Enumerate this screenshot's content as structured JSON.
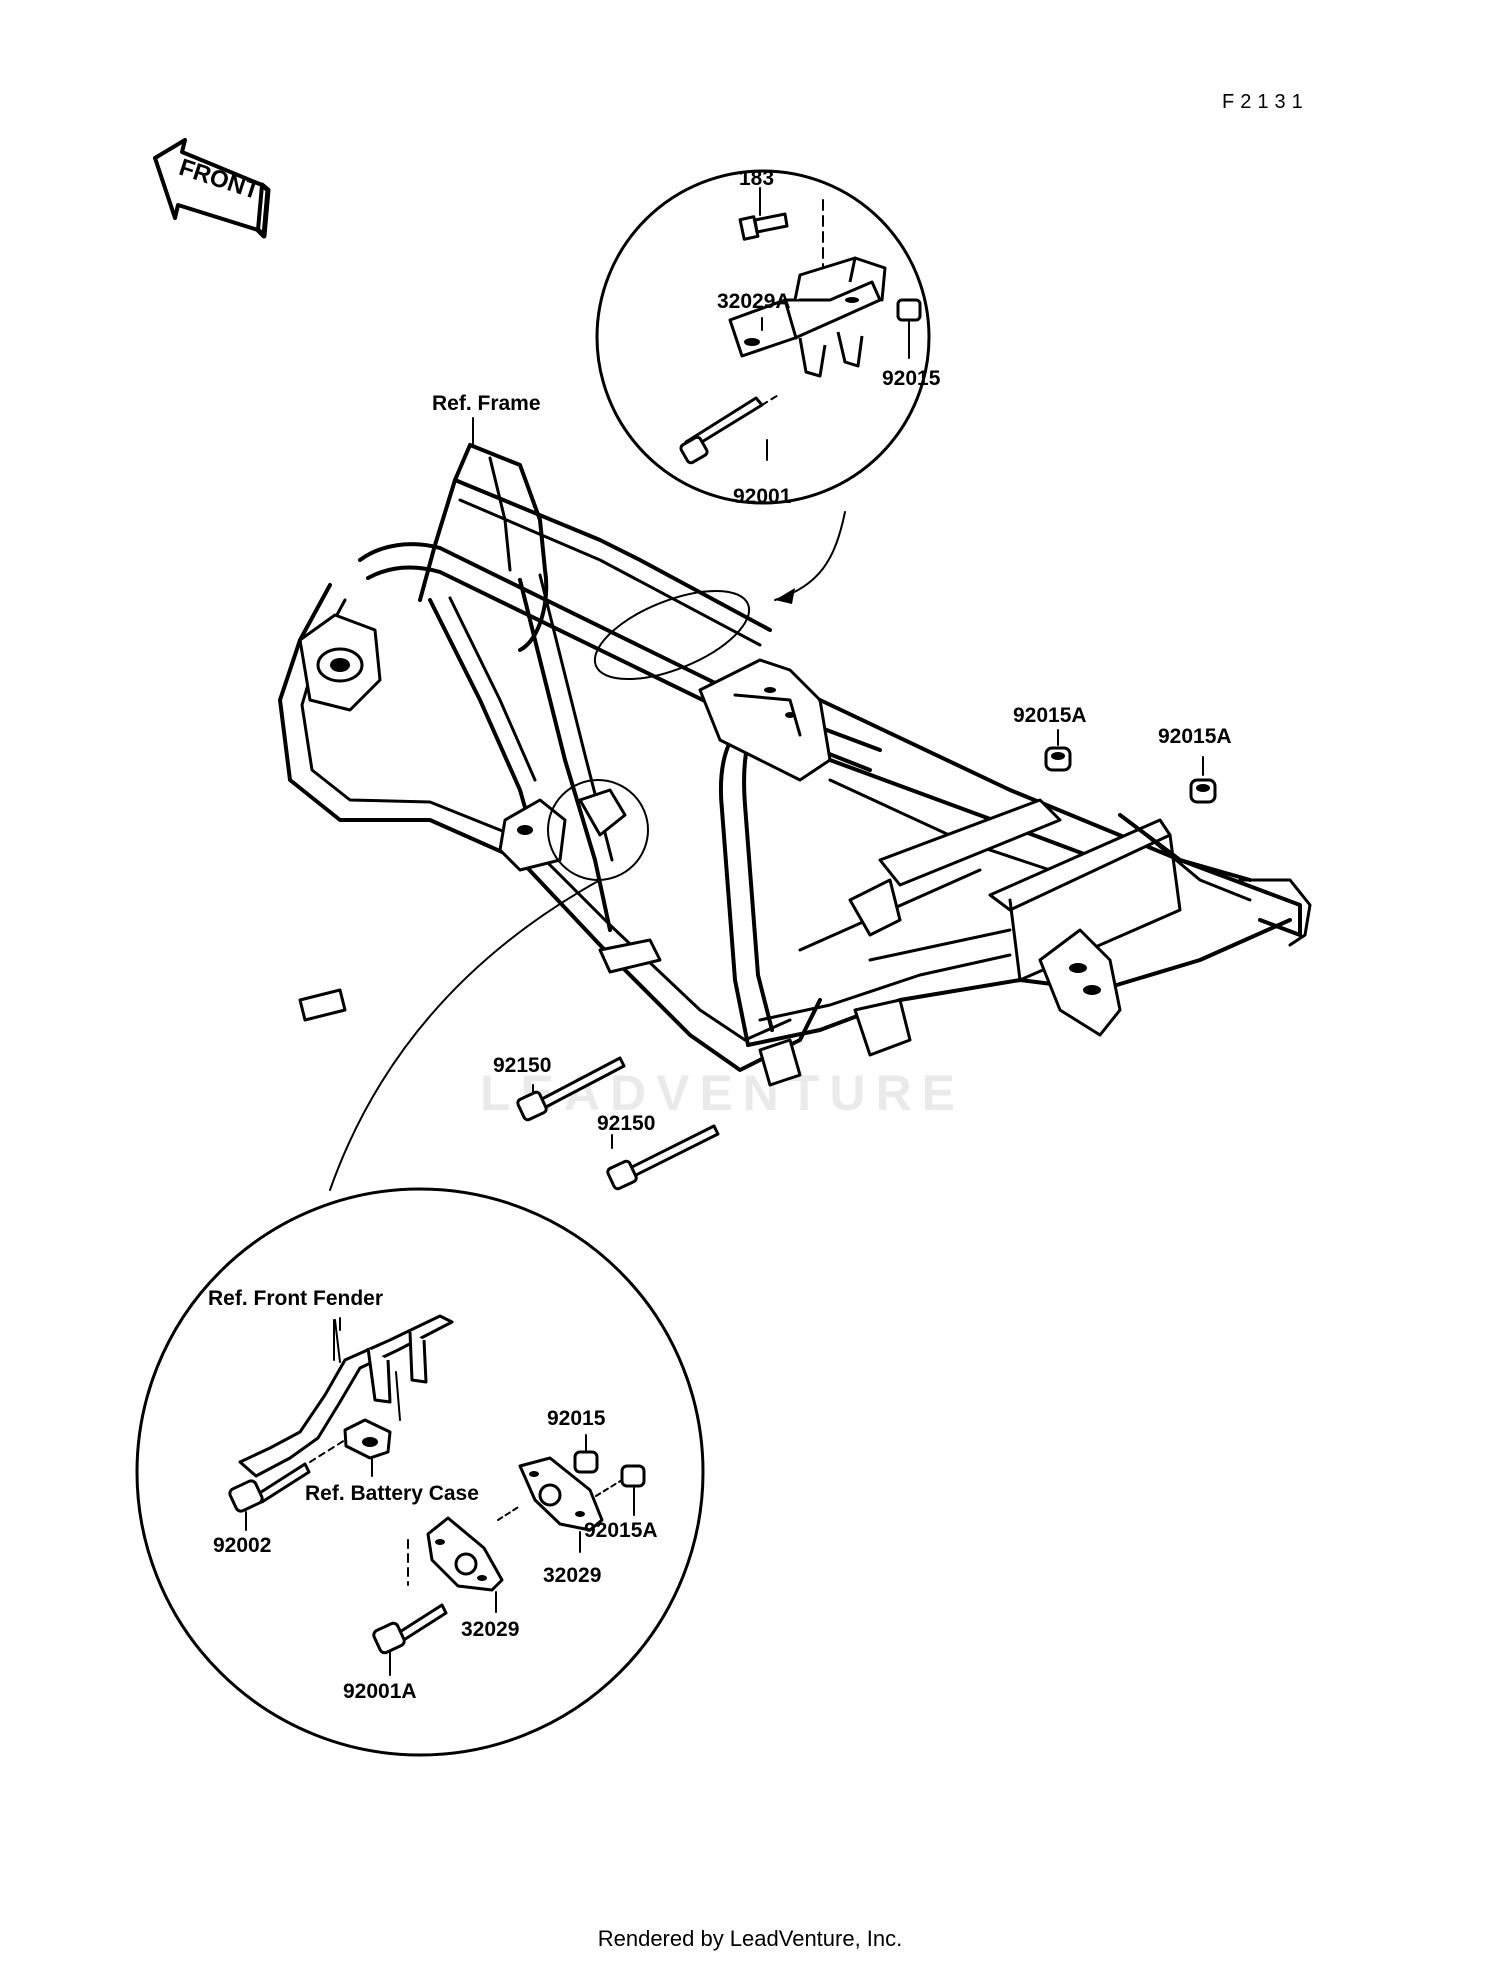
{
  "diagram_code": "F2131",
  "front_arrow_label": "FRONT",
  "watermark": "LEADVENTURE",
  "footer": "Rendered by LeadVenture, Inc.",
  "labels": {
    "ref_frame": "Ref. Frame",
    "p183": "183",
    "p32029a": "32029A",
    "p92015_top": "92015",
    "p92001": "92001",
    "p92015a_1": "92015A",
    "p92015a_2": "92015A",
    "p92150_1": "92150",
    "p92150_2": "92150",
    "ref_front_fender": "Ref. Front Fender",
    "p92015_bottom": "92015",
    "ref_battery_case": "Ref. Battery Case",
    "p92002": "92002",
    "p92015a_3": "92015A",
    "p32029_1": "32029",
    "p32029_2": "32029",
    "p92001a": "92001A"
  }
}
